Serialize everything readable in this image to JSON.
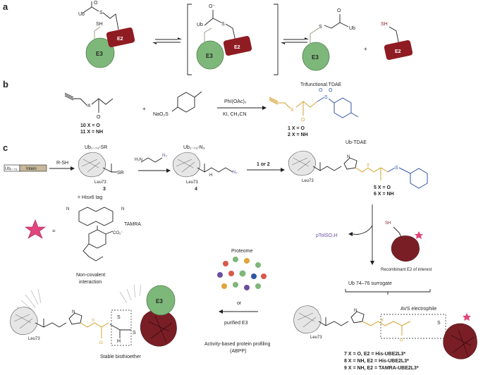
{
  "colors": {
    "e3_green": "#7db87a",
    "e2_red": "#8f1c22",
    "gold": "#d4a22e",
    "blue": "#3156a6",
    "purple": "#6a4fa1",
    "star_pink": "#e0457b"
  },
  "panels": {
    "a": "a",
    "b": "b",
    "c": "c"
  },
  "panel_a": {
    "ub": "Ub",
    "sh": "SH",
    "s": "S",
    "o": "O",
    "o_minus": "O⁻",
    "e2": "E2",
    "e3": "E3",
    "plus": "+"
  },
  "panel_b": {
    "reagent": "PhI(OAc)₂",
    "conditions": "KI, CH₃CN",
    "title": "Trifunctional TDAE",
    "x_label": "X",
    "o_label": "O",
    "naso2": "NaO₂S",
    "plus": "+",
    "start_10": "10 X = O",
    "start_11": "11 X = NH",
    "prod_1": "1 X = O",
    "prod_2": "2 X = NH",
    "so2_s": "S",
    "so2_o": "O"
  },
  "panel_c": {
    "ub_intein": "Ub₁₋₇₃",
    "intein": "Intein",
    "rsh": "R-SH",
    "ub_sr": "Ub₁₋₇₃-SR",
    "sr": "SR",
    "leu73": "Leu73",
    "cmpd3": "3",
    "amine_h2n": "H₂N",
    "amine_n3": "N₃",
    "ub_n3": "Ub₁₋₇₃-N₃",
    "cmpd4": "4",
    "n3": "N₃",
    "nh": "N",
    "h": "H",
    "step_1or2": "1 or 2",
    "ub_tdae": "Ub-TDAE",
    "cmpd5": "5 X = O",
    "cmpd6": "6 X = NH",
    "triazole_n": "N",
    "hisx6": "= Hisx6 tag",
    "tamra": "TAMRA",
    "co2": "CO₂⁻",
    "n_label": "N",
    "ptolso2h": "pTolSO₂H",
    "recombinant": "Recombinant E2 of interest",
    "sh": "SH",
    "proteome": "Proteome",
    "or": "or",
    "purified_e3": "purified E3",
    "abpp1": "Activity-based protein profiling",
    "abpp2": "(ABPP)",
    "noncov1": "Non-covalent",
    "noncov2": "interaction",
    "e3": "E3",
    "stable": "Stable bisthioether",
    "surrogate": "Ub 74–76 surrogate",
    "avs": "AVS electrophile",
    "cmpd7": "7 X = O, E2 = His-UBE2L3*",
    "cmpd8": "8 X = NH, E2 = His-UBE2L3*",
    "cmpd9": "9 X = NH, E2 = TAMRA-UBE2L3*",
    "s": "S",
    "x": "X",
    "o": "O"
  }
}
